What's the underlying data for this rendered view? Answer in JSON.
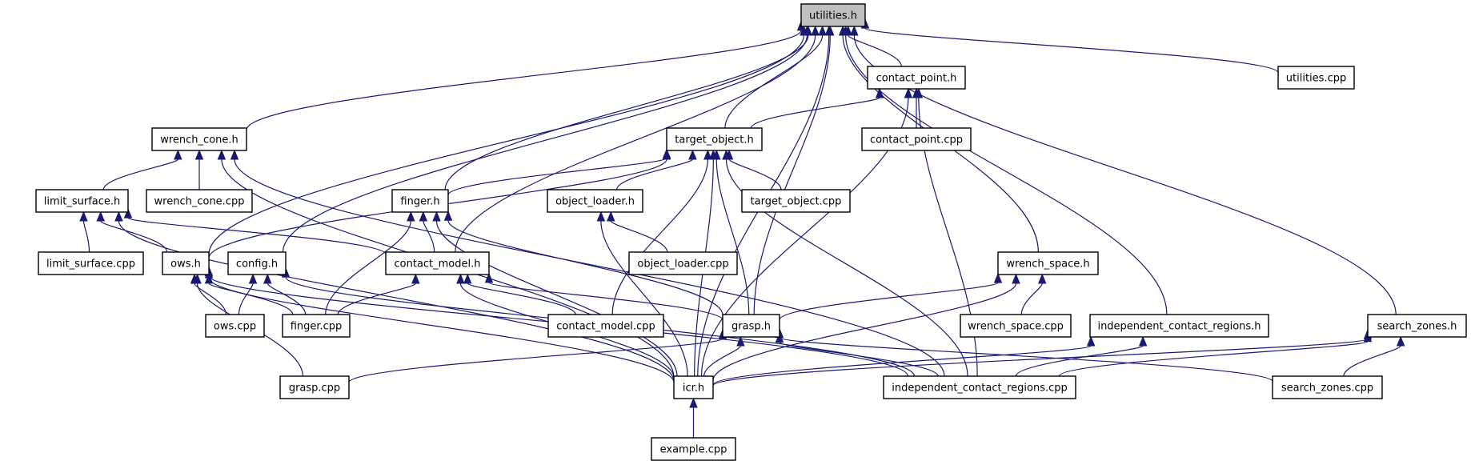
{
  "title": "utilities.h include dependency graph",
  "colors": {
    "edge": "#191970",
    "root_fill": "#bfbfbf",
    "node_fill": "#ffffff",
    "node_border": "#000000"
  },
  "root": "utilities.h",
  "nodes": [
    {
      "id": "utilities_h",
      "label": "utilities.h"
    },
    {
      "id": "contact_point_h",
      "label": "contact_point.h"
    },
    {
      "id": "utilities_cpp",
      "label": "utilities.cpp"
    },
    {
      "id": "wrench_cone_h",
      "label": "wrench_cone.h"
    },
    {
      "id": "target_object_h",
      "label": "target_object.h"
    },
    {
      "id": "contact_point_cpp",
      "label": "contact_point.cpp"
    },
    {
      "id": "limit_surface_h",
      "label": "limit_surface.h"
    },
    {
      "id": "wrench_cone_cpp",
      "label": "wrench_cone.cpp"
    },
    {
      "id": "finger_h",
      "label": "finger.h"
    },
    {
      "id": "object_loader_h",
      "label": "object_loader.h"
    },
    {
      "id": "target_object_cpp",
      "label": "target_object.cpp"
    },
    {
      "id": "limit_surface_cpp",
      "label": "limit_surface.cpp"
    },
    {
      "id": "ows_h",
      "label": "ows.h"
    },
    {
      "id": "config_h",
      "label": "config.h"
    },
    {
      "id": "contact_model_h",
      "label": "contact_model.h"
    },
    {
      "id": "object_loader_cpp",
      "label": "object_loader.cpp"
    },
    {
      "id": "wrench_space_h",
      "label": "wrench_space.h"
    },
    {
      "id": "ows_cpp",
      "label": "ows.cpp"
    },
    {
      "id": "finger_cpp",
      "label": "finger.cpp"
    },
    {
      "id": "contact_model_cpp",
      "label": "contact_model.cpp"
    },
    {
      "id": "grasp_h",
      "label": "grasp.h"
    },
    {
      "id": "wrench_space_cpp",
      "label": "wrench_space.cpp"
    },
    {
      "id": "independent_contact_regions_h",
      "label": "independent_contact_regions.h"
    },
    {
      "id": "search_zones_h",
      "label": "search_zones.h"
    },
    {
      "id": "grasp_cpp",
      "label": "grasp.cpp"
    },
    {
      "id": "icr_h",
      "label": "icr.h"
    },
    {
      "id": "independent_contact_regions_cpp",
      "label": "independent_contact_regions.cpp"
    },
    {
      "id": "search_zones_cpp",
      "label": "search_zones.cpp"
    },
    {
      "id": "example_cpp",
      "label": "example.cpp"
    }
  ],
  "edges": [
    {
      "from": "wrench_cone_h",
      "to": "utilities_h"
    },
    {
      "from": "ows_h",
      "to": "utilities_h"
    },
    {
      "from": "config_h",
      "to": "utilities_h"
    },
    {
      "from": "finger_h",
      "to": "utilities_h"
    },
    {
      "from": "contact_model_h",
      "to": "utilities_h"
    },
    {
      "from": "target_object_h",
      "to": "utilities_h"
    },
    {
      "from": "grasp_h",
      "to": "utilities_h"
    },
    {
      "from": "contact_point_h",
      "to": "utilities_h"
    },
    {
      "from": "icr_h",
      "to": "utilities_h"
    },
    {
      "from": "wrench_space_h",
      "to": "utilities_h"
    },
    {
      "from": "independent_contact_regions_h",
      "to": "utilities_h"
    },
    {
      "from": "search_zones_h",
      "to": "utilities_h"
    },
    {
      "from": "utilities_cpp",
      "to": "utilities_h"
    },
    {
      "from": "target_object_h",
      "to": "contact_point_h"
    },
    {
      "from": "contact_point_cpp",
      "to": "contact_point_h"
    },
    {
      "from": "icr_h",
      "to": "contact_point_h"
    },
    {
      "from": "independent_contact_regions_cpp",
      "to": "contact_point_h"
    },
    {
      "from": "limit_surface_h",
      "to": "wrench_cone_h"
    },
    {
      "from": "wrench_cone_cpp",
      "to": "wrench_cone_h"
    },
    {
      "from": "icr_h",
      "to": "wrench_cone_h"
    },
    {
      "from": "independent_contact_regions_cpp",
      "to": "wrench_cone_h"
    },
    {
      "from": "ows_h",
      "to": "target_object_h"
    },
    {
      "from": "finger_h",
      "to": "target_object_h"
    },
    {
      "from": "object_loader_h",
      "to": "target_object_h"
    },
    {
      "from": "target_object_cpp",
      "to": "target_object_h"
    },
    {
      "from": "contact_model_cpp",
      "to": "target_object_h"
    },
    {
      "from": "grasp_h",
      "to": "target_object_h"
    },
    {
      "from": "icr_h",
      "to": "target_object_h"
    },
    {
      "from": "independent_contact_regions_cpp",
      "to": "target_object_h"
    },
    {
      "from": "limit_surface_cpp",
      "to": "limit_surface_h"
    },
    {
      "from": "ows_h",
      "to": "limit_surface_h"
    },
    {
      "from": "contact_model_h",
      "to": "limit_surface_h"
    },
    {
      "from": "icr_h",
      "to": "limit_surface_h"
    },
    {
      "from": "contact_model_h",
      "to": "finger_h"
    },
    {
      "from": "finger_cpp",
      "to": "finger_h"
    },
    {
      "from": "grasp_h",
      "to": "finger_h"
    },
    {
      "from": "icr_h",
      "to": "finger_h"
    },
    {
      "from": "object_loader_cpp",
      "to": "object_loader_h"
    },
    {
      "from": "icr_h",
      "to": "object_loader_h"
    },
    {
      "from": "ows_cpp",
      "to": "ows_h"
    },
    {
      "from": "finger_cpp",
      "to": "ows_h"
    },
    {
      "from": "grasp_cpp",
      "to": "ows_h"
    },
    {
      "from": "icr_h",
      "to": "ows_h"
    },
    {
      "from": "independent_contact_regions_cpp",
      "to": "ows_h"
    },
    {
      "from": "ows_cpp",
      "to": "config_h"
    },
    {
      "from": "finger_cpp",
      "to": "config_h"
    },
    {
      "from": "independent_contact_regions_cpp",
      "to": "config_h"
    },
    {
      "from": "finger_cpp",
      "to": "contact_model_h"
    },
    {
      "from": "contact_model_cpp",
      "to": "contact_model_h"
    },
    {
      "from": "grasp_h",
      "to": "contact_model_h"
    },
    {
      "from": "icr_h",
      "to": "contact_model_h"
    },
    {
      "from": "grasp_h",
      "to": "wrench_space_h"
    },
    {
      "from": "wrench_space_cpp",
      "to": "wrench_space_h"
    },
    {
      "from": "icr_h",
      "to": "wrench_space_h"
    },
    {
      "from": "grasp_cpp",
      "to": "grasp_h"
    },
    {
      "from": "icr_h",
      "to": "grasp_h"
    },
    {
      "from": "independent_contact_regions_cpp",
      "to": "grasp_h"
    },
    {
      "from": "search_zones_cpp",
      "to": "grasp_h"
    },
    {
      "from": "icr_h",
      "to": "independent_contact_regions_h"
    },
    {
      "from": "independent_contact_regions_cpp",
      "to": "independent_contact_regions_h"
    },
    {
      "from": "icr_h",
      "to": "search_zones_h"
    },
    {
      "from": "independent_contact_regions_cpp",
      "to": "search_zones_h"
    },
    {
      "from": "search_zones_cpp",
      "to": "search_zones_h"
    },
    {
      "from": "example_cpp",
      "to": "icr_h"
    }
  ]
}
